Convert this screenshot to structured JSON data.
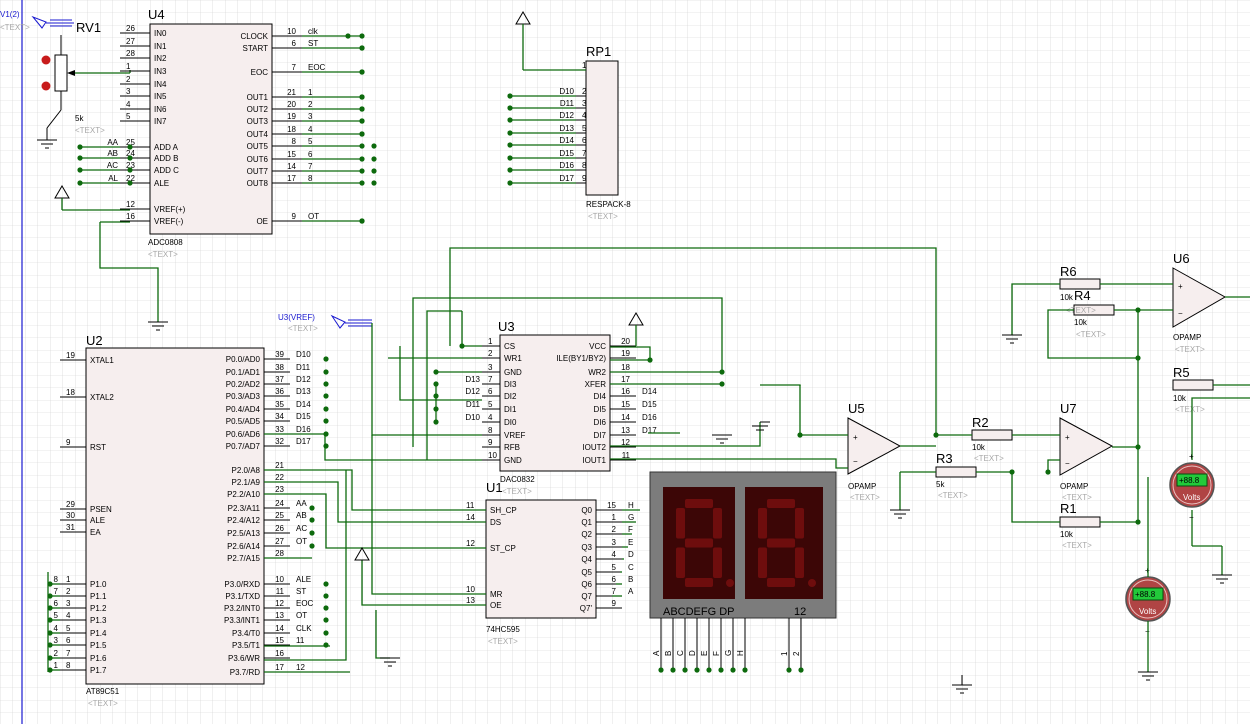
{
  "probes": {
    "rv1_probe": "V1(2)",
    "rv1_probe_text": "<TEXT>",
    "u3_vref": "U3(VREF)",
    "u3_vref_text": "<TEXT>"
  },
  "placeholder": "<TEXT>",
  "rv1": {
    "ref": "RV1",
    "value": "5k"
  },
  "u4": {
    "ref": "U4",
    "part": "ADC0808",
    "left_pins": [
      {
        "num": "26",
        "name": "IN0"
      },
      {
        "num": "27",
        "name": "IN1"
      },
      {
        "num": "28",
        "name": "IN2"
      },
      {
        "num": "1",
        "name": "IN3"
      },
      {
        "num": "2",
        "name": "IN4"
      },
      {
        "num": "3",
        "name": "IN5"
      },
      {
        "num": "4",
        "name": "IN6"
      },
      {
        "num": "5",
        "name": "IN7"
      },
      {
        "num": "25",
        "name": "ADD A",
        "net": "AA"
      },
      {
        "num": "24",
        "name": "ADD B",
        "net": "AB"
      },
      {
        "num": "23",
        "name": "ADD C",
        "net": "AC"
      },
      {
        "num": "22",
        "name": "ALE",
        "net": "AL"
      },
      {
        "num": "12",
        "name": "VREF(+)"
      },
      {
        "num": "16",
        "name": "VREF(-)"
      }
    ],
    "right_pins": [
      {
        "num": "10",
        "name": "CLOCK",
        "net": "clk"
      },
      {
        "num": "6",
        "name": "START",
        "net": "ST"
      },
      {
        "num": "7",
        "name": "EOC",
        "net": "EOC"
      },
      {
        "num": "21",
        "name": "OUT1",
        "net": "1"
      },
      {
        "num": "20",
        "name": "OUT2",
        "net": "2"
      },
      {
        "num": "19",
        "name": "OUT3",
        "net": "3"
      },
      {
        "num": "18",
        "name": "OUT4",
        "net": "4"
      },
      {
        "num": "8",
        "name": "OUT5",
        "net": "5"
      },
      {
        "num": "15",
        "name": "OUT6",
        "net": "6"
      },
      {
        "num": "14",
        "name": "OUT7",
        "net": "7"
      },
      {
        "num": "17",
        "name": "OUT8",
        "net": "8"
      },
      {
        "num": "9",
        "name": "OE",
        "net": "OT"
      }
    ]
  },
  "rp1": {
    "ref": "RP1",
    "part": "RESPACK-8",
    "pins": [
      {
        "num": "1",
        "net": ""
      },
      {
        "num": "2",
        "net": "D10"
      },
      {
        "num": "3",
        "net": "D11"
      },
      {
        "num": "4",
        "net": "D12"
      },
      {
        "num": "5",
        "net": "D13"
      },
      {
        "num": "6",
        "net": "D14"
      },
      {
        "num": "7",
        "net": "D15"
      },
      {
        "num": "8",
        "net": "D16"
      },
      {
        "num": "9",
        "net": "D17"
      }
    ]
  },
  "u2": {
    "ref": "U2",
    "part": "AT89C51",
    "left_pins": [
      {
        "num": "19",
        "name": "XTAL1"
      },
      {
        "num": "18",
        "name": "XTAL2"
      },
      {
        "num": "9",
        "name": "RST"
      },
      {
        "num": "29",
        "name": "PSEN"
      },
      {
        "num": "30",
        "name": "ALE"
      },
      {
        "num": "31",
        "name": "EA"
      },
      {
        "num": "1",
        "name": "P1.0",
        "net": "8"
      },
      {
        "num": "2",
        "name": "P1.1",
        "net": "7"
      },
      {
        "num": "3",
        "name": "P1.2",
        "net": "6"
      },
      {
        "num": "4",
        "name": "P1.3",
        "net": "5"
      },
      {
        "num": "5",
        "name": "P1.4",
        "net": "4"
      },
      {
        "num": "6",
        "name": "P1.5",
        "net": "3"
      },
      {
        "num": "7",
        "name": "P1.6",
        "net": "2"
      },
      {
        "num": "8",
        "name": "P1.7",
        "net": "1"
      }
    ],
    "right_pins": [
      {
        "num": "39",
        "name": "P0.0/AD0",
        "net": "D10"
      },
      {
        "num": "38",
        "name": "P0.1/AD1",
        "net": "D11"
      },
      {
        "num": "37",
        "name": "P0.2/AD2",
        "net": "D12"
      },
      {
        "num": "36",
        "name": "P0.3/AD3",
        "net": "D13"
      },
      {
        "num": "35",
        "name": "P0.4/AD4",
        "net": "D14"
      },
      {
        "num": "34",
        "name": "P0.5/AD5",
        "net": "D15"
      },
      {
        "num": "33",
        "name": "P0.6/AD6",
        "net": "D16"
      },
      {
        "num": "32",
        "name": "P0.7/AD7",
        "net": "D17"
      },
      {
        "num": "21",
        "name": "P2.0/A8",
        "net": ""
      },
      {
        "num": "22",
        "name": "P2.1/A9",
        "net": ""
      },
      {
        "num": "23",
        "name": "P2.2/A10",
        "net": ""
      },
      {
        "num": "24",
        "name": "P2.3/A11",
        "net": "AA"
      },
      {
        "num": "25",
        "name": "P2.4/A12",
        "net": "AB"
      },
      {
        "num": "26",
        "name": "P2.5/A13",
        "net": "AC"
      },
      {
        "num": "27",
        "name": "P2.6/A14",
        "net": "OT"
      },
      {
        "num": "28",
        "name": "P2.7/A15",
        "net": ""
      },
      {
        "num": "10",
        "name": "P3.0/RXD",
        "net": "ALE"
      },
      {
        "num": "11",
        "name": "P3.1/TXD",
        "net": "ST"
      },
      {
        "num": "12",
        "name": "P3.2/INT0",
        "net": "EOC"
      },
      {
        "num": "13",
        "name": "P3.3/INT1",
        "net": "OT"
      },
      {
        "num": "14",
        "name": "P3.4/T0",
        "net": "CLK"
      },
      {
        "num": "15",
        "name": "P3.5/T1",
        "net": "11"
      },
      {
        "num": "16",
        "name": "P3.6/WR",
        "net": ""
      },
      {
        "num": "17",
        "name": "P3.7/RD",
        "net": "12"
      }
    ]
  },
  "u3": {
    "ref": "U3",
    "part": "DAC0832",
    "left_pins": [
      {
        "num": "1",
        "name": "CS",
        "net": ""
      },
      {
        "num": "2",
        "name": "WR1",
        "net": ""
      },
      {
        "num": "3",
        "name": "GND",
        "net": ""
      },
      {
        "num": "7",
        "name": "DI3",
        "net": "D13"
      },
      {
        "num": "6",
        "name": "DI2",
        "net": "D12"
      },
      {
        "num": "5",
        "name": "DI1",
        "net": "D11"
      },
      {
        "num": "4",
        "name": "DI0",
        "net": "D10"
      },
      {
        "num": "8",
        "name": "VREF",
        "net": ""
      },
      {
        "num": "9",
        "name": "RFB",
        "net": ""
      },
      {
        "num": "10",
        "name": "GND",
        "net": ""
      }
    ],
    "right_pins": [
      {
        "num": "20",
        "name": "VCC",
        "net": ""
      },
      {
        "num": "19",
        "name": "ILE(BY1/BY2)",
        "net": ""
      },
      {
        "num": "18",
        "name": "WR2",
        "net": ""
      },
      {
        "num": "17",
        "name": "XFER",
        "net": ""
      },
      {
        "num": "16",
        "name": "DI4",
        "net": "D14"
      },
      {
        "num": "15",
        "name": "DI5",
        "net": "D15"
      },
      {
        "num": "14",
        "name": "DI6",
        "net": "D16"
      },
      {
        "num": "13",
        "name": "DI7",
        "net": "D17"
      },
      {
        "num": "12",
        "name": "IOUT2",
        "net": ""
      },
      {
        "num": "11",
        "name": "IOUT1",
        "net": ""
      }
    ]
  },
  "u1": {
    "ref": "U1",
    "part": "74HC595",
    "left_pins": [
      {
        "num": "11",
        "name": "SH_CP"
      },
      {
        "num": "14",
        "name": "DS"
      },
      {
        "num": "12",
        "name": "ST_CP"
      },
      {
        "num": "10",
        "name": "MR"
      },
      {
        "num": "13",
        "name": "OE"
      }
    ],
    "right_pins": [
      {
        "num": "15",
        "name": "Q0",
        "net": "H"
      },
      {
        "num": "1",
        "name": "Q1",
        "net": "G"
      },
      {
        "num": "2",
        "name": "Q2",
        "net": "F"
      },
      {
        "num": "3",
        "name": "Q3",
        "net": "E"
      },
      {
        "num": "4",
        "name": "Q4",
        "net": "D"
      },
      {
        "num": "5",
        "name": "Q5",
        "net": "C"
      },
      {
        "num": "6",
        "name": "Q6",
        "net": "B"
      },
      {
        "num": "7",
        "name": "Q7",
        "net": "A"
      },
      {
        "num": "9",
        "name": "Q7'",
        "net": ""
      }
    ]
  },
  "display": {
    "label": "ABCDEFG DP",
    "digits_label": "12",
    "pin_labels": [
      "A",
      "B",
      "C",
      "D",
      "E",
      "F",
      "G",
      "H",
      "1",
      "2"
    ],
    "color": "#6e0d0d",
    "frame_color": "#7c7c7c"
  },
  "opamps": {
    "u5": {
      "ref": "U5",
      "part": "OPAMP"
    },
    "u6": {
      "ref": "U6",
      "part": "OPAMP"
    },
    "u7": {
      "ref": "U7",
      "part": "OPAMP"
    }
  },
  "resistors": {
    "r1": {
      "ref": "R1",
      "value": "10k"
    },
    "r2": {
      "ref": "R2",
      "value": "10k"
    },
    "r3": {
      "ref": "R3",
      "value": "5k"
    },
    "r4": {
      "ref": "R4",
      "value": "10k"
    },
    "r5": {
      "ref": "R5",
      "value": "10k"
    },
    "r6": {
      "ref": "R6",
      "value": "10k"
    }
  },
  "voltmeter": {
    "unit": "Volts",
    "reading": "+88.8",
    "lcd_color": "#22c93a"
  }
}
